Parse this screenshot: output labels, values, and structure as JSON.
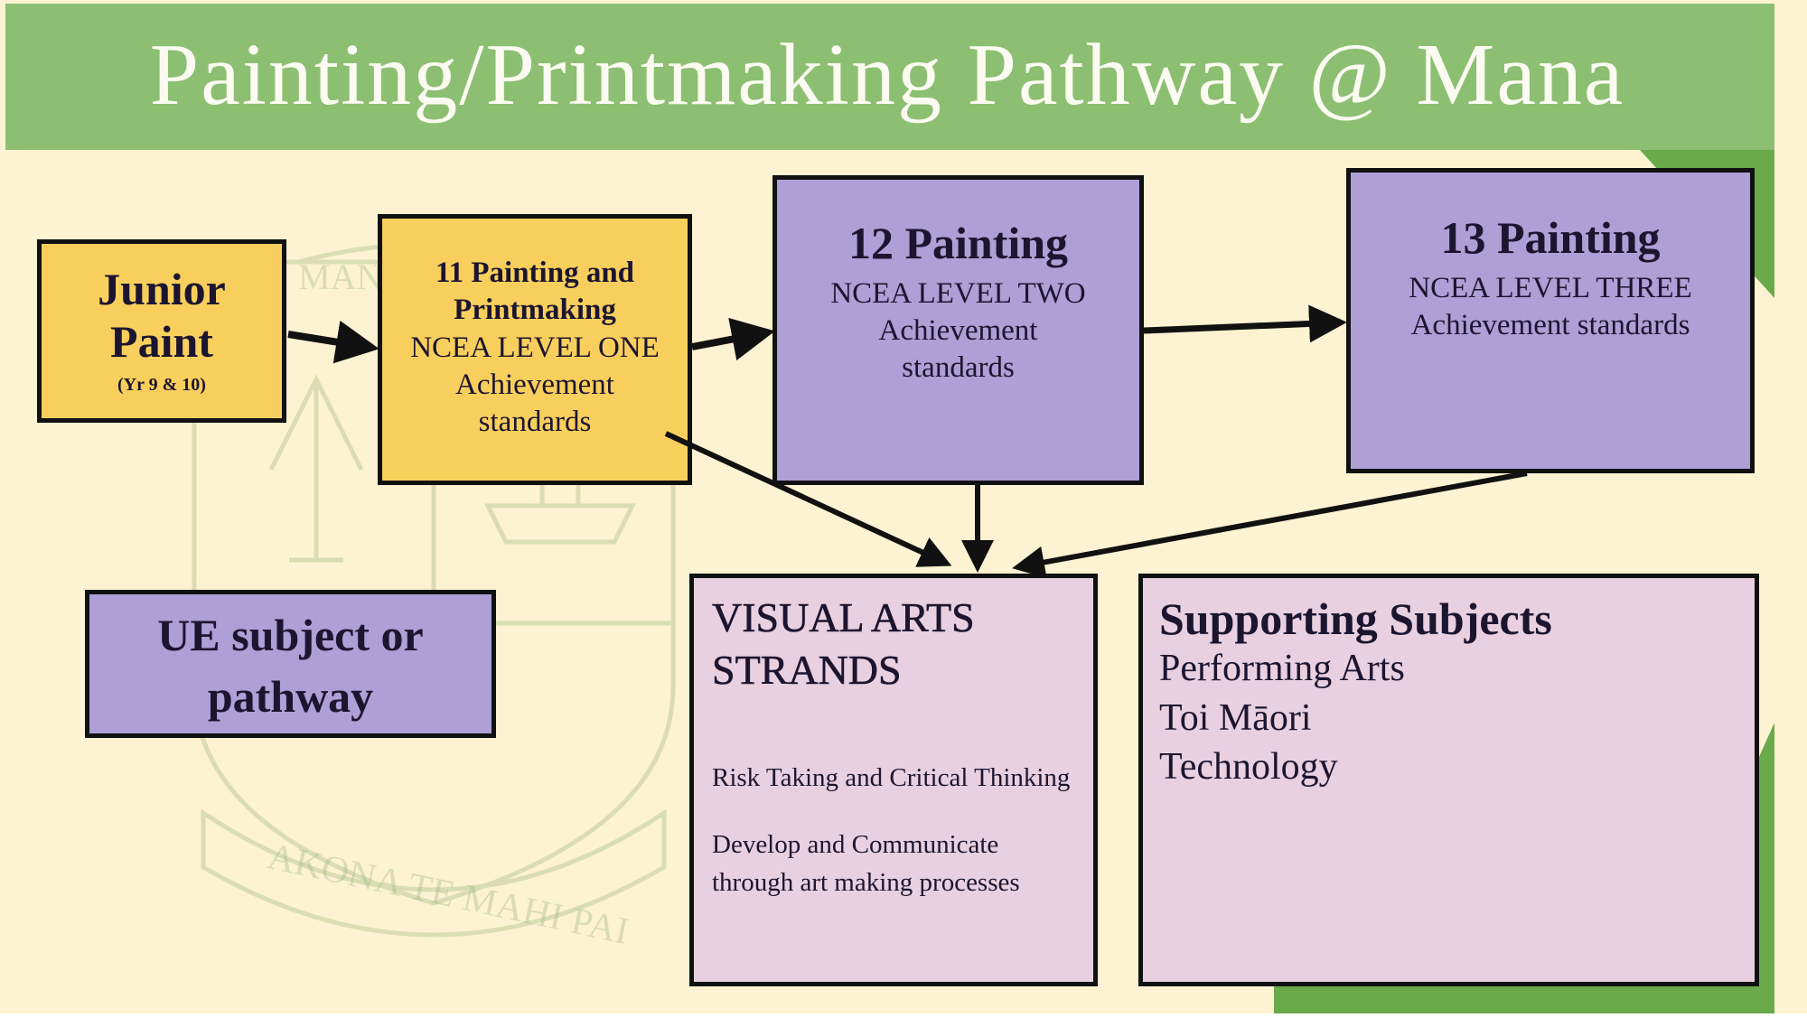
{
  "title": "Painting/Printmaking Pathway @ Mana",
  "watermark": {
    "motto": "AKONA TE MAHI PAI",
    "letters": "MANA"
  },
  "boxes": {
    "junior": {
      "title": "Junior Paint",
      "subtitle": "(Yr 9 & 10)"
    },
    "level11": {
      "title": "11 Painting and Printmaking",
      "level": "NCEA LEVEL ONE",
      "standards": "Achievement standards"
    },
    "level12": {
      "title": "12 Painting",
      "level": "NCEA LEVEL TWO",
      "standards": "Achievement standards"
    },
    "level13": {
      "title": "13 Painting",
      "level": "NCEA LEVEL THREE",
      "standards": "Achievement standards"
    },
    "ue": {
      "title": "UE subject or pathway"
    },
    "strands": {
      "title": "VISUAL ARTS STRANDS",
      "items": [
        "Risk Taking and Critical Thinking",
        "Develop and Communicate through art making processes"
      ]
    },
    "supporting": {
      "title": "Supporting Subjects",
      "items": [
        "Performing Arts",
        "Toi Māori",
        "Technology"
      ]
    }
  },
  "colors": {
    "header": "#8dbf72",
    "background": "#fdf3d2",
    "yellow": "#f8cf5c",
    "purple": "#ae9fd6",
    "pink": "#e8d0e0",
    "accent_green": "#6aaa4a"
  }
}
